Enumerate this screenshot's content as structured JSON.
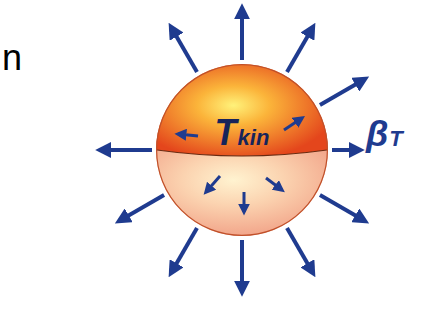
{
  "diagram": {
    "nodes": [
      {
        "text": [
          "Tkin"
        ]
      }
    ],
    "labels": [
      "n",
      "βT"
    ]
  }
}
